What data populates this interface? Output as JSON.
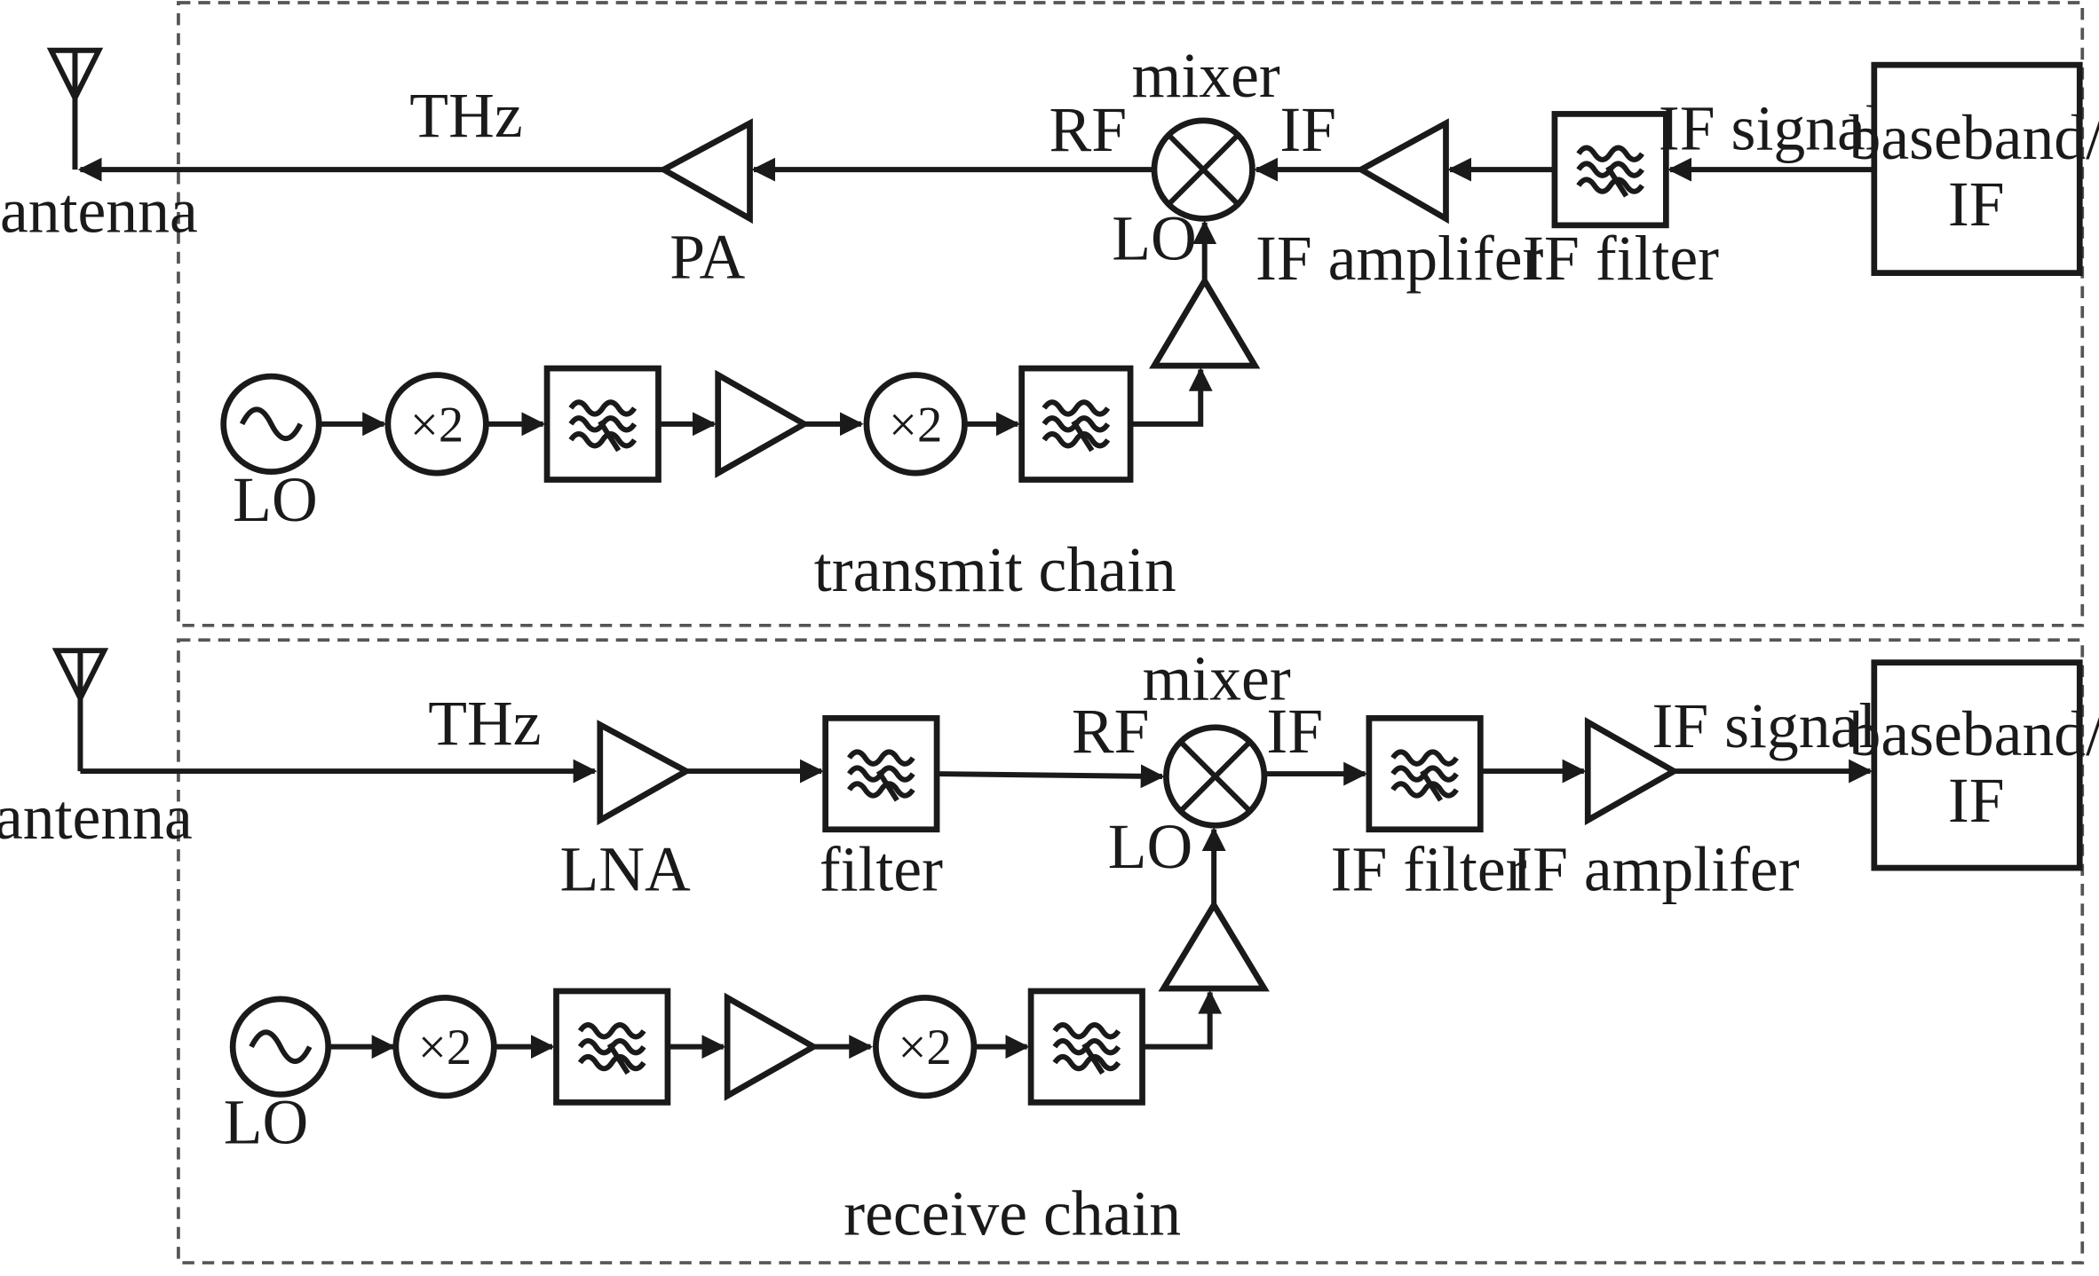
{
  "colors": {
    "line": "#1a1a1a",
    "frame": "#555555",
    "background": "#ffffff"
  },
  "transmit": {
    "chain_label": "transmit chain",
    "antenna_label": "antenna",
    "thz_label": "THz",
    "pa_label": "PA",
    "rf_label": "RF",
    "mixer_label": "mixer",
    "if_label": "IF",
    "lo_mixer_label": "LO",
    "if_amplifier_label": "IF amplifer",
    "if_filter_label": "IF filter",
    "if_signal_label": "IF signal",
    "baseband_line1": "baseband/",
    "baseband_line2": "IF",
    "lo_source_label": "LO",
    "multiplier_1": "×2",
    "multiplier_2": "×2"
  },
  "receive": {
    "chain_label": "receive chain",
    "antenna_label": "antenna",
    "thz_label": "THz",
    "lna_label": "LNA",
    "filter_label": "filter",
    "rf_label": "RF",
    "mixer_label": "mixer",
    "if_label": "IF",
    "lo_mixer_label": "LO",
    "if_filter_label": "IF filter",
    "if_amplifier_label": "IF amplifer",
    "if_signal_label": "IF signal",
    "baseband_line1": "baseband/",
    "baseband_line2": "IF",
    "lo_source_label": "LO",
    "multiplier_1": "×2",
    "multiplier_2": "×2"
  }
}
